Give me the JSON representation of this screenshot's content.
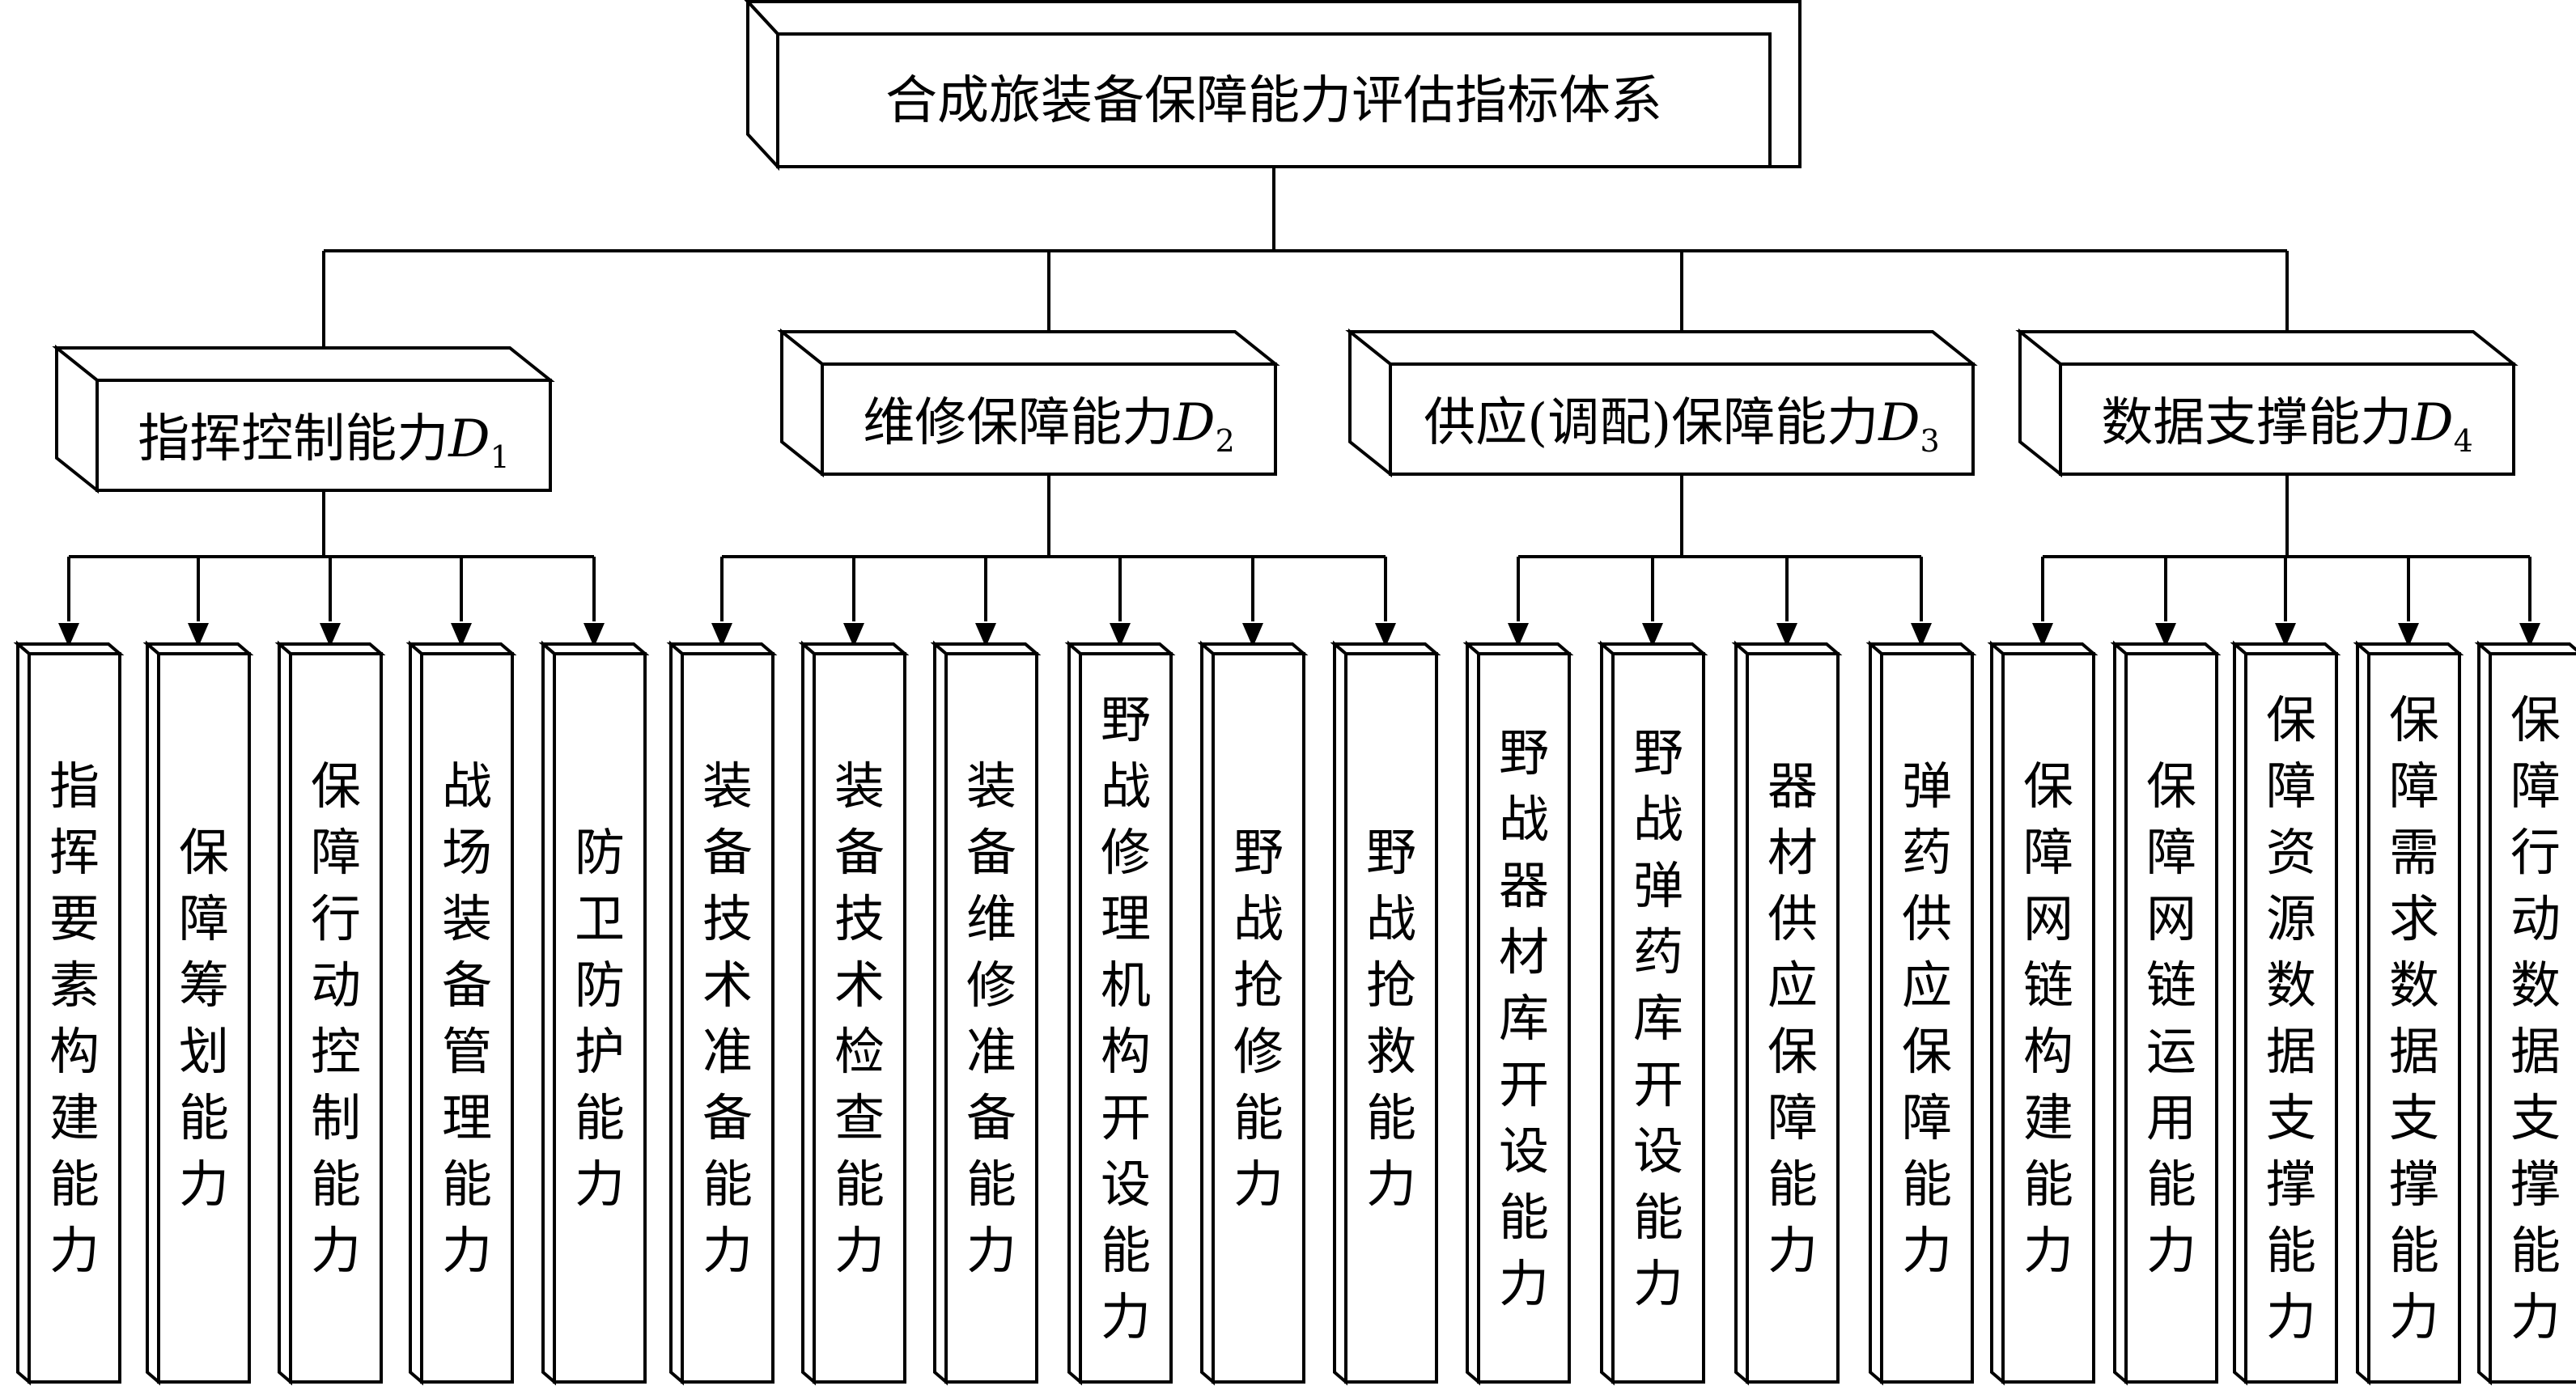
{
  "root": {
    "label": "合成旅装备保障能力评估指标体系"
  },
  "capabilities": [
    {
      "name": "指挥控制能力",
      "symbol": "D",
      "index": "1",
      "indicators": [
        "指挥要素构建能力",
        "保障筹划能力",
        "保障行动控制能力",
        "战场装备管理能力",
        "防卫防护能力"
      ]
    },
    {
      "name": "维修保障能力",
      "symbol": "D",
      "index": "2",
      "indicators": [
        "装备技术准备能力",
        "装备技术检查能力",
        "装备维修准备能力",
        "野战修理机构开设能力",
        "野战抢修能力",
        "野战抢救能力"
      ]
    },
    {
      "name": "供应(调配)保障能力",
      "symbol": "D",
      "index": "3",
      "indicators": [
        "野战器材库开设能力",
        "野战弹药库开设能力",
        "器材供应保障能力",
        "弹药供应保障能力"
      ]
    },
    {
      "name": "数据支撑能力",
      "symbol": "D",
      "index": "4",
      "indicators": [
        "保障网链构建能力",
        "保障网链运用能力",
        "保障资源数据支撑能力",
        "保障需求数据支撑能力",
        "保障行动数据支撑能力"
      ]
    }
  ]
}
